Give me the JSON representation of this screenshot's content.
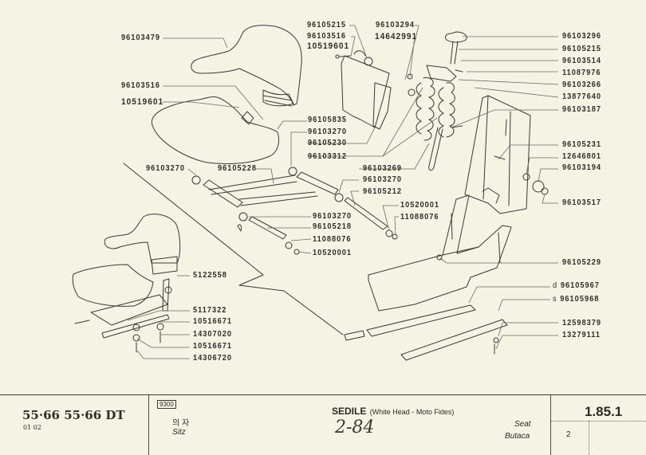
{
  "diagram": {
    "title": "Seat assembly exploded view",
    "labels": [
      {
        "id": "l-96103479",
        "part": "96103479"
      },
      {
        "id": "l-96103516a",
        "part": "96103516"
      },
      {
        "id": "l-10519601a",
        "part": "10519601"
      },
      {
        "id": "l-96105215a",
        "part": "96105215"
      },
      {
        "id": "l-96103516b",
        "part": "96103516"
      },
      {
        "id": "l-10519601b",
        "part": "10519601"
      },
      {
        "id": "l-96103294",
        "part": "96103294"
      },
      {
        "id": "l-14642991",
        "part": "14642991"
      },
      {
        "id": "l-96103296",
        "part": "96103296"
      },
      {
        "id": "l-96105215b",
        "part": "96105215"
      },
      {
        "id": "l-96103514",
        "part": "96103514"
      },
      {
        "id": "l-11087976",
        "part": "11087976"
      },
      {
        "id": "l-96103266",
        "part": "96103266"
      },
      {
        "id": "l-13877640",
        "part": "13877640"
      },
      {
        "id": "l-96103187",
        "part": "96103187"
      },
      {
        "id": "l-96105835",
        "part": "96105835"
      },
      {
        "id": "l-96103270a",
        "part": "96103270"
      },
      {
        "id": "l-96105230",
        "part": "96105230"
      },
      {
        "id": "l-96103312",
        "part": "96103312"
      },
      {
        "id": "l-96103270b",
        "part": "96103270"
      },
      {
        "id": "l-96105228",
        "part": "96105228"
      },
      {
        "id": "l-96103269",
        "part": "96103269"
      },
      {
        "id": "l-96103270c",
        "part": "96103270"
      },
      {
        "id": "l-96105212",
        "part": "96105212"
      },
      {
        "id": "l-10520001a",
        "part": "10520001"
      },
      {
        "id": "l-11088076a",
        "part": "11088076"
      },
      {
        "id": "l-96103270d",
        "part": "96103270"
      },
      {
        "id": "l-96105218",
        "part": "96105218"
      },
      {
        "id": "l-11088076b",
        "part": "11088076"
      },
      {
        "id": "l-10520001b",
        "part": "10520001"
      },
      {
        "id": "l-96105231",
        "part": "96105231"
      },
      {
        "id": "l-12646801",
        "part": "12646801"
      },
      {
        "id": "l-96103194",
        "part": "96103194"
      },
      {
        "id": "l-96103517",
        "part": "96103517"
      },
      {
        "id": "l-5122558",
        "part": "5122558"
      },
      {
        "id": "l-5117322",
        "part": "5117322"
      },
      {
        "id": "l-10516671a",
        "part": "10516671"
      },
      {
        "id": "l-14307020",
        "part": "14307020"
      },
      {
        "id": "l-10516671b",
        "part": "10516671"
      },
      {
        "id": "l-14306720",
        "part": "14306720"
      },
      {
        "id": "l-96105229",
        "part": "96105229"
      },
      {
        "id": "l-96105967",
        "part": "96105967",
        "prefix": "d"
      },
      {
        "id": "l-96105968",
        "part": "96105968",
        "prefix": "s"
      },
      {
        "id": "l-12598379",
        "part": "12598379"
      },
      {
        "id": "l-13279111",
        "part": "13279111"
      }
    ]
  },
  "footer": {
    "models": "55·66  55·66 DT",
    "model_codes": "01 02",
    "group_code": "9300",
    "korean_name": "의 자",
    "german_name": "Sitz",
    "title_main": "SEDILE",
    "title_sub": "(White Head - Moto Fides)",
    "handwritten_note": "2-84",
    "english_name": "Seat",
    "spanish_name": "Butaca",
    "page_ref": "1.85.1",
    "sheet_number": "2"
  }
}
